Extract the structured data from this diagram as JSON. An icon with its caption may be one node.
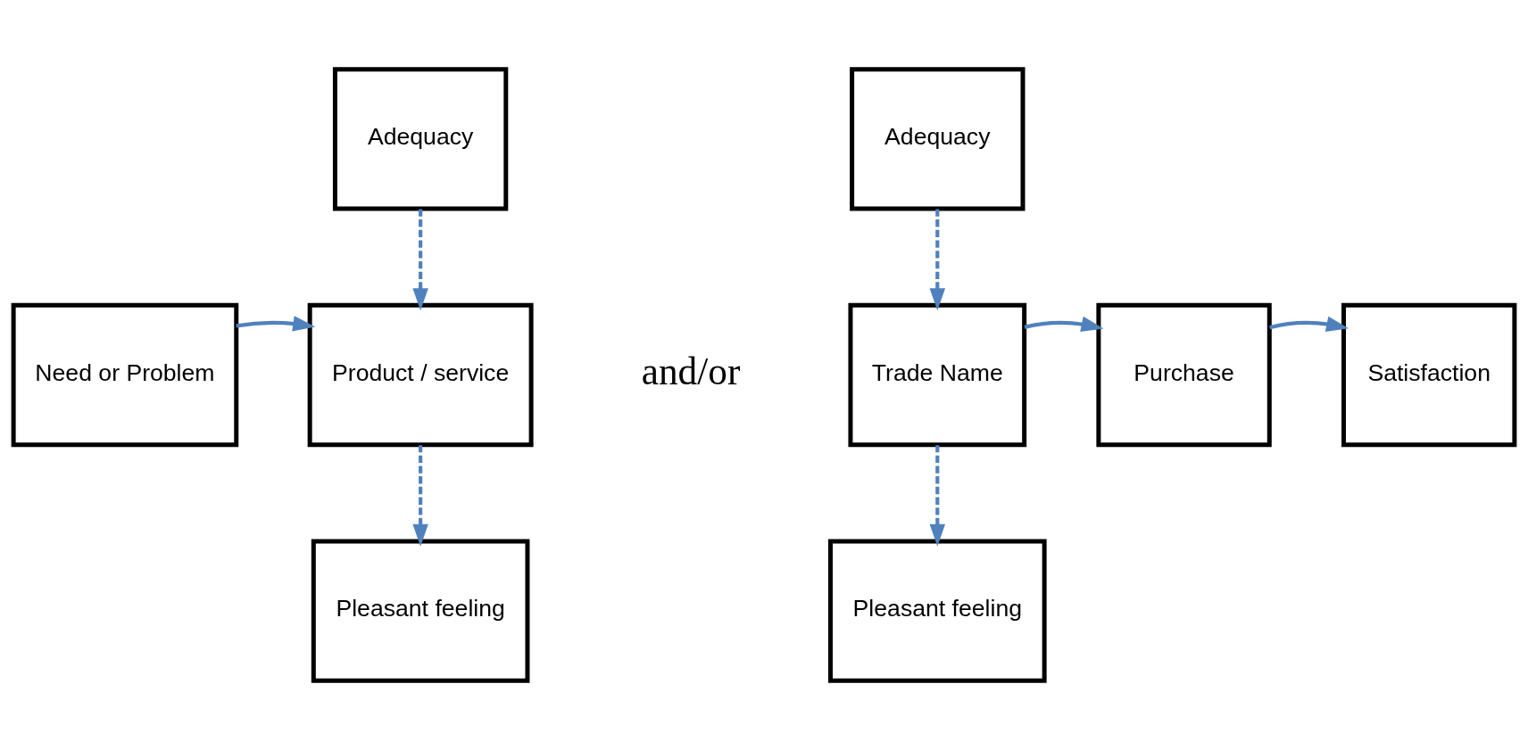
{
  "diagram": {
    "nodes": [
      {
        "text": [
          "Adequacy"
        ]
      },
      {
        "text": [
          "Adequacy"
        ]
      },
      {
        "text": [
          "Need or Problem"
        ]
      },
      {
        "text": [
          "Product / service"
        ]
      },
      {
        "text": [
          "Trade Name"
        ]
      },
      {
        "text": [
          "Purchase"
        ]
      },
      {
        "text": [
          "Satisfaction"
        ]
      },
      {
        "text": [
          "Pleasant feeling"
        ]
      },
      {
        "text": [
          "Pleasant feeling"
        ]
      }
    ],
    "edges": [
      {
        "from": 2,
        "to": 3,
        "arrow": "to"
      },
      {
        "from": 0,
        "to": 3,
        "arrow": "to",
        "style": "dashed"
      },
      {
        "from": 3,
        "to": 7,
        "arrow": "to",
        "style": "dashed"
      },
      {
        "from": 1,
        "to": 4,
        "arrow": "to",
        "style": "dashed"
      },
      {
        "from": 4,
        "to": 8,
        "arrow": "to",
        "style": "dashed"
      },
      {
        "from": 4,
        "to": 5,
        "arrow": "to"
      },
      {
        "from": 5,
        "to": 6,
        "arrow": "to"
      }
    ],
    "labels": [
      "and/or"
    ]
  }
}
